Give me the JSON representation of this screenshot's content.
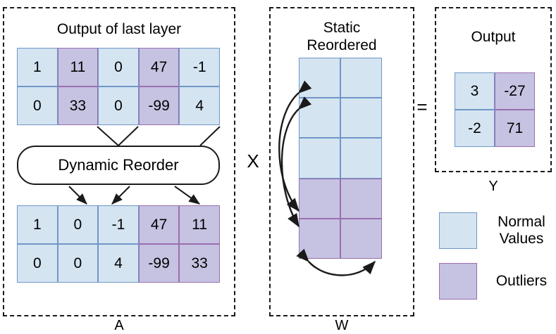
{
  "figure": {
    "panels": [
      {
        "id": "A",
        "caption": "A",
        "title": "Output of last layer",
        "process_label": "Dynamic Reorder"
      },
      {
        "id": "W",
        "caption": "W",
        "title_line1": "Static",
        "title_line2": "Reordered"
      },
      {
        "id": "Y",
        "caption": "Y",
        "title": "Output"
      }
    ],
    "operators": {
      "multiply": "X",
      "equals": "="
    }
  },
  "matrices": {
    "input": {
      "rows": 2,
      "cols": 5,
      "values": [
        [
          "1",
          "11",
          "0",
          "47",
          "-1"
        ],
        [
          "0",
          "33",
          "0",
          "-99",
          "4"
        ]
      ],
      "kinds": [
        [
          "normal",
          "outlier",
          "normal",
          "outlier",
          "normal"
        ],
        [
          "normal",
          "outlier",
          "normal",
          "outlier",
          "normal"
        ]
      ]
    },
    "reordered": {
      "rows": 2,
      "cols": 5,
      "values": [
        [
          "1",
          "0",
          "-1",
          "47",
          "11"
        ],
        [
          "0",
          "0",
          "4",
          "-99",
          "33"
        ]
      ],
      "kinds": [
        [
          "normal",
          "normal",
          "normal",
          "outlier",
          "outlier"
        ],
        [
          "normal",
          "normal",
          "normal",
          "outlier",
          "outlier"
        ]
      ]
    },
    "weights": {
      "rows": 5,
      "cols": 2,
      "values": [
        [
          "",
          ""
        ],
        [
          "",
          ""
        ],
        [
          "",
          ""
        ],
        [
          "",
          ""
        ],
        [
          "",
          ""
        ]
      ],
      "kinds": [
        [
          "normal",
          "normal"
        ],
        [
          "normal",
          "normal"
        ],
        [
          "normal",
          "normal"
        ],
        [
          "outlier",
          "outlier"
        ],
        [
          "outlier",
          "outlier"
        ]
      ]
    },
    "output": {
      "rows": 2,
      "cols": 2,
      "values": [
        [
          "3",
          "-27"
        ],
        [
          "-2",
          "71"
        ]
      ],
      "kinds": [
        [
          "normal",
          "outlier"
        ],
        [
          "normal",
          "outlier"
        ]
      ]
    }
  },
  "legend": {
    "items": [
      {
        "kind": "normal",
        "label_line1": "Normal",
        "label_line2": "Values"
      },
      {
        "kind": "outlier",
        "label_line1": "Outliers",
        "label_line2": ""
      }
    ]
  },
  "colors": {
    "normal_fill": "#d4e4f1",
    "normal_border": "#6f97c6",
    "outlier_fill": "#c6c2e2",
    "outlier_border": "#9a6fae",
    "line": "#1a1a1a"
  }
}
